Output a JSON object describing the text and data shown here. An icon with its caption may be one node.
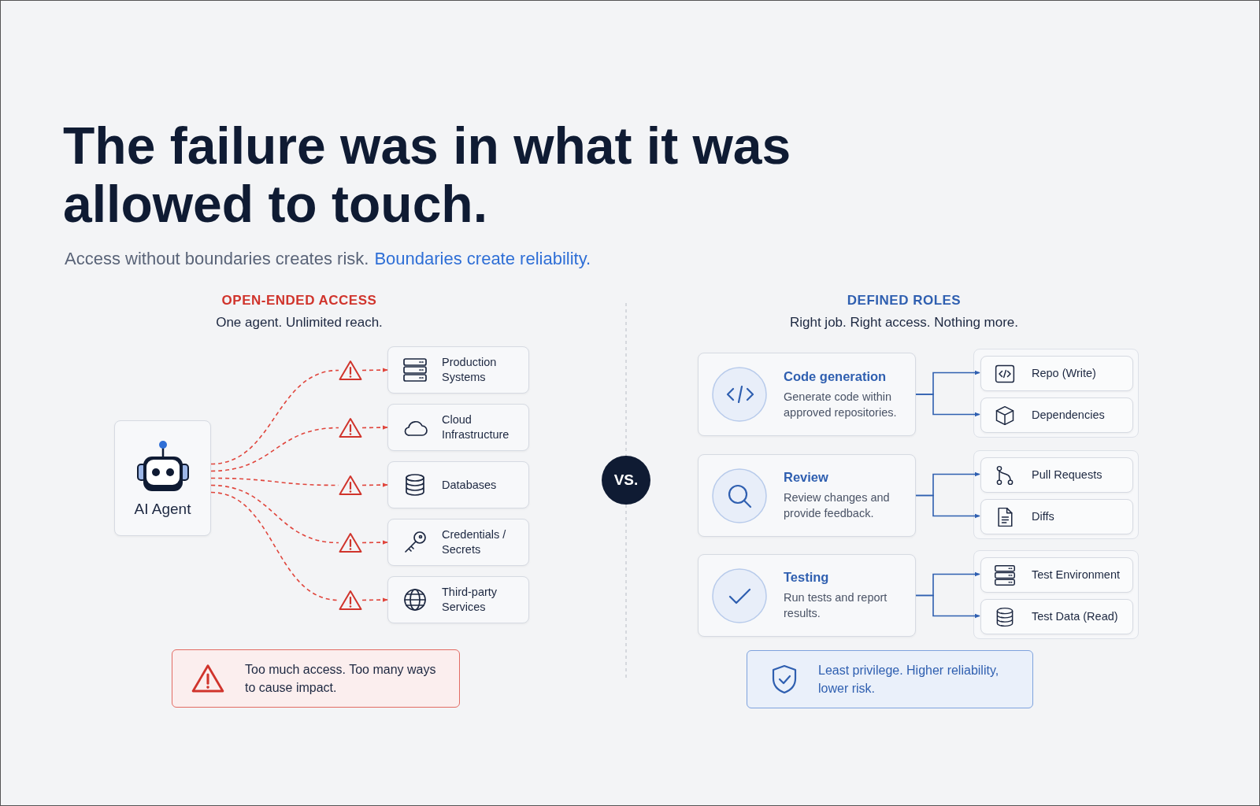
{
  "diagram": {
    "title": "The failure was in what it was allowed to touch.",
    "nodes": [
      {
        "text": [
          "AI Agent"
        ]
      },
      {
        "text": [],
        "shape": "triangle"
      },
      {
        "text": [],
        "shape": "triangle"
      },
      {
        "text": [],
        "shape": "triangle"
      },
      {
        "text": [],
        "shape": "triangle"
      },
      {
        "text": [],
        "shape": "triangle"
      },
      {
        "text": [
          "Production Systems"
        ]
      },
      {
        "text": [
          "Cloud Infrastructure"
        ]
      },
      {
        "text": [
          "Databases"
        ]
      },
      {
        "text": [
          "Credentials / Secrets"
        ]
      },
      {
        "text": [
          "Third-party Services"
        ]
      },
      {
        "text": [
          "Too much access. Too many ways to cause impact."
        ]
      },
      {
        "text": [
          "VS."
        ]
      },
      {
        "text": [
          "Code generation",
          "Generate code within approved repositories."
        ]
      },
      {
        "text": [],
        "shape": "box"
      },
      {
        "text": [
          "Repo (Write)"
        ],
        "in": 14
      },
      {
        "text": [
          "Dependencies"
        ],
        "in": 14
      },
      {
        "text": [
          "Review",
          "Review changes and provide feedback."
        ]
      },
      {
        "text": [],
        "shape": "box"
      },
      {
        "text": [
          "Pull Requests"
        ],
        "in": 18
      },
      {
        "text": [
          "Diffs"
        ],
        "in": 18
      },
      {
        "text": [
          "Testing",
          "Run tests and report results."
        ]
      },
      {
        "text": [],
        "shape": "box"
      },
      {
        "text": [
          "Test Environment"
        ],
        "in": 22
      },
      {
        "text": [
          "Test Data (Read)"
        ],
        "in": 22
      },
      {
        "text": [
          "Least privilege. Higher reliability, lower risk."
        ]
      }
    ],
    "edges": [
      {
        "from": 0,
        "to": 1,
        "arrow": "none",
        "style": "dashed"
      },
      {
        "from": 0,
        "to": 2,
        "arrow": "none",
        "style": "dashed"
      },
      {
        "from": 0,
        "to": 3,
        "arrow": "none",
        "style": "dashed"
      },
      {
        "from": 0,
        "to": 4,
        "arrow": "none",
        "style": "dashed"
      },
      {
        "from": 0,
        "to": 5,
        "arrow": "none",
        "style": "dashed"
      },
      {
        "from": 1,
        "to": 6,
        "arrow": "to",
        "style": "dashed"
      },
      {
        "from": 2,
        "to": 7,
        "arrow": "to",
        "style": "dashed"
      },
      {
        "from": 3,
        "to": 8,
        "arrow": "to",
        "style": "dashed"
      },
      {
        "from": 4,
        "to": 9,
        "arrow": "to",
        "style": "dashed"
      },
      {
        "from": 5,
        "to": 10,
        "arrow": "to",
        "style": "dashed"
      },
      {
        "from": 13,
        "to": 15,
        "arrow": "to",
        "color": "#2f5fb0"
      },
      {
        "from": 13,
        "to": 16,
        "arrow": "to",
        "color": "#2f5fb0"
      },
      {
        "from": 17,
        "to": 19,
        "arrow": "to",
        "color": "#2f5fb0"
      },
      {
        "from": 17,
        "to": 20,
        "arrow": "to",
        "color": "#2f5fb0"
      },
      {
        "from": 21,
        "to": 23,
        "arrow": "to",
        "color": "#2f5fb0"
      },
      {
        "from": 21,
        "to": 24,
        "arrow": "to",
        "color": "#2f5fb0"
      }
    ],
    "labels": [
      "Access without boundaries creates risk.",
      "Boundaries create reliability.",
      "OPEN-ENDED ACCESS",
      "One agent. Unlimited reach.",
      "DEFINED ROLES",
      "Right job. Right access. Nothing more."
    ]
  }
}
